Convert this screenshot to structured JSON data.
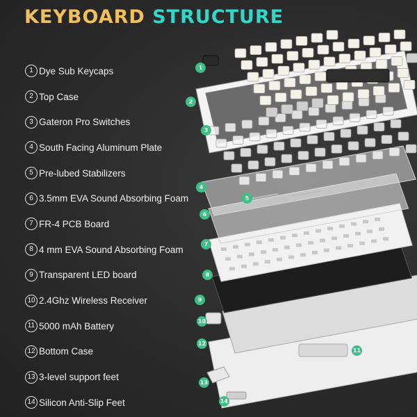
{
  "header": {
    "title_part1": "KEYBOARD",
    "title_part2": "STRUCTURE"
  },
  "colors": {
    "title_part1": "#f0c060",
    "title_part2": "#33d6c8",
    "callout": "#3dbf86",
    "background": "#2b2b2b"
  },
  "layers": [
    {
      "num": "1",
      "label": "Dye Sub Keycaps"
    },
    {
      "num": "2",
      "label": "Top Case"
    },
    {
      "num": "3",
      "label": "Gateron Pro Switches"
    },
    {
      "num": "4",
      "label": "South Facing Aluminum Plate"
    },
    {
      "num": "5",
      "label": "Pre-lubed Stabilizers"
    },
    {
      "num": "6",
      "label": "3.5mm EVA Sound Absorbing Foam"
    },
    {
      "num": "7",
      "label": "FR-4 PCB Board"
    },
    {
      "num": "8",
      "label": "4 mm EVA  Sound Absorbing Foam"
    },
    {
      "num": "9",
      "label": "Transparent LED board"
    },
    {
      "num": "10",
      "label": "2.4Ghz Wireless Receiver"
    },
    {
      "num": "11",
      "label": "5000 mAh Battery"
    },
    {
      "num": "12",
      "label": "Bottom Case"
    },
    {
      "num": "13",
      "label": "3-level support feet"
    },
    {
      "num": "14",
      "label": "Silicon Anti-Slip Feet"
    }
  ]
}
